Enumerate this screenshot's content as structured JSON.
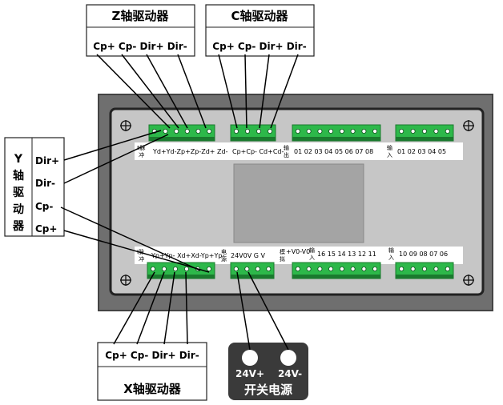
{
  "z_driver": {
    "title": "Z轴驱动器",
    "pins": "Cp+ Cp- Dir+ Dir-"
  },
  "c_driver": {
    "title": "C轴驱动器",
    "pins": "Cp+ Cp- Dir+ Dir-"
  },
  "y_driver": {
    "title_chars": [
      "Y",
      "轴",
      "驱",
      "动",
      "器"
    ],
    "pins": [
      "Dir+",
      "Dir-",
      "Cp-",
      "Cp+"
    ]
  },
  "x_driver": {
    "title": "X轴驱动器",
    "pins": "Cp+ Cp- Dir+ Dir-"
  },
  "power": {
    "pos_label": "24V+",
    "neg_label": "24V-",
    "title": "开关电源"
  },
  "panel_top": {
    "pulse_chars": [
      "Ⅱ脉",
      "冲"
    ],
    "pulse_pins": "Yd+Yd-Zp+Zp-Zd+ Zd-",
    "c_pins": "Cp+Cp- Cd+Cd-",
    "out_chars": [
      "输",
      "出"
    ],
    "out_pins": "01 02 03 04 05 06 07 08",
    "in_chars": [
      "输",
      "入"
    ],
    "in_pins": "01 02 03 04 05"
  },
  "panel_bottom": {
    "pulse_chars": [
      "Ⅰ脉",
      "冲"
    ],
    "pulse_pins": "Yp+Yp- Xd+Xd-Yp+Yp-",
    "power_chars": [
      "电",
      "源"
    ],
    "power_pins": "24V0V  G   V",
    "analog_chars": [
      "模",
      "拟"
    ],
    "analog_pins": "+V0-V0",
    "in1_chars": [
      "输",
      "入"
    ],
    "in1_pins": "16  15  14  13  12  11",
    "in2_chars": [
      "输",
      "入"
    ],
    "in2_pins": "10  09  08  07  06"
  },
  "colors": {
    "terminal": "#2db84a",
    "terminal_dark": "#1a7a2e",
    "bezel": "#6f6f6f",
    "face": "#c6c6c6",
    "screen": "#a4a4a4",
    "power_box": "#3a3a3a"
  }
}
